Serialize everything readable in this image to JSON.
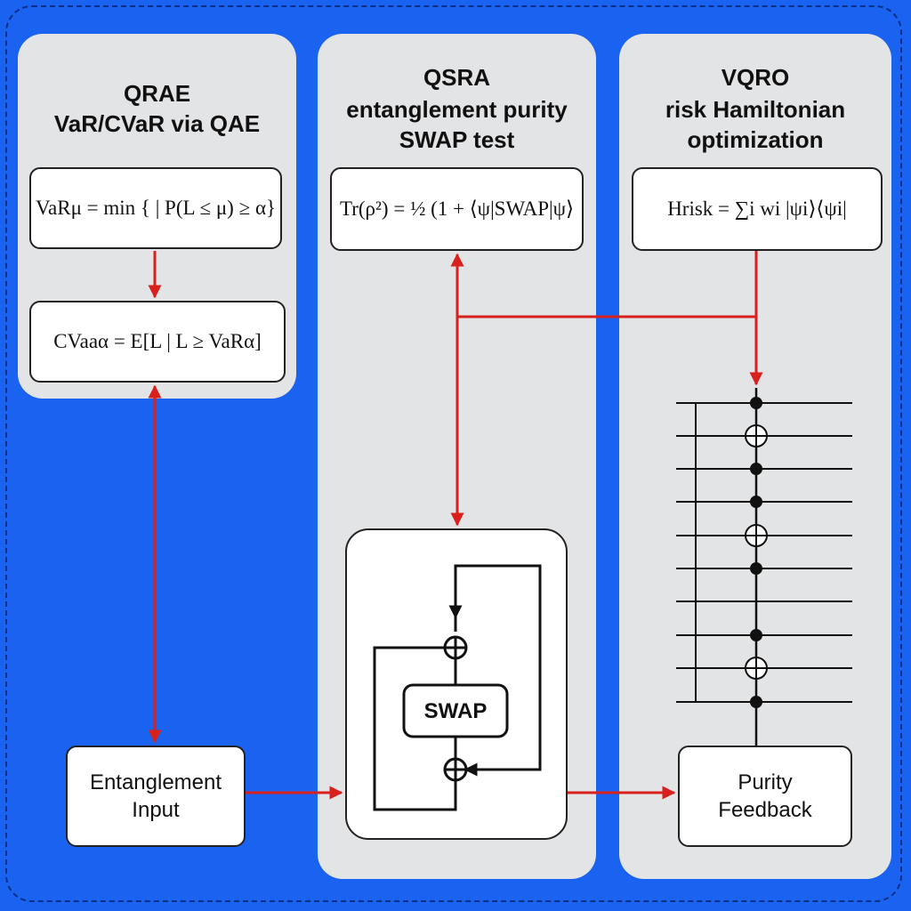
{
  "panels": {
    "qrae": {
      "title_line1": "QRAE",
      "title_line2": "VaR/CVaR via QAE",
      "formula_var": "VaRμ = min { | P(L ≤ μ) ≥ α}",
      "formula_cvar": "CVaaα = E[L | L ≥ VaRα]"
    },
    "qsra": {
      "title_line1": "QSRA",
      "title_line2": "entanglement purity",
      "title_line3": "SWAP test",
      "formula_purity": "Tr(ρ²) = ½ (1 + ⟨ψ|SWAP|ψ⟩",
      "swap_label": "SWAP"
    },
    "vqro": {
      "title_line1": "VQRO",
      "title_line2": "risk Hamiltonian",
      "title_line3": "optimization",
      "formula_hamiltonian": "Hrisk = ∑i wi |ψi⟩⟨ψi|"
    }
  },
  "nodes": {
    "entanglement_input": "Entanglement Input",
    "purity_feedback": "Purity Feedback"
  },
  "colors": {
    "background": "#1a63f0",
    "panel": "#e3e4e6",
    "arrow": "#d8201c",
    "wire": "#111111"
  }
}
